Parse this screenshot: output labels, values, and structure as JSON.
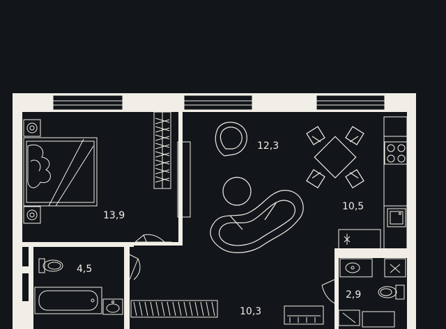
{
  "plan": {
    "colors": {
      "background": "#121519",
      "wall": "#f1eee7",
      "floor": "#121519",
      "line": "#f1eee7"
    },
    "rooms": [
      {
        "id": "bedroom",
        "area": "13,9"
      },
      {
        "id": "living",
        "area": "12,3"
      },
      {
        "id": "kitchen",
        "area": "10,5"
      },
      {
        "id": "bathroom",
        "area": "4,5"
      },
      {
        "id": "hall",
        "area": "10,3"
      },
      {
        "id": "wc",
        "area": "2,9"
      }
    ],
    "furniture": [
      "bed-icon",
      "nightstand-icon",
      "wardrobe-icon",
      "tv-stand-icon",
      "armchair-icon",
      "round-table-icon",
      "sofa-icon",
      "dining-set-icon",
      "stove-icon",
      "sink-icon",
      "toilet-icon",
      "bathtub-icon",
      "washbasin-icon",
      "shower-icon",
      "radiator-icon"
    ]
  }
}
